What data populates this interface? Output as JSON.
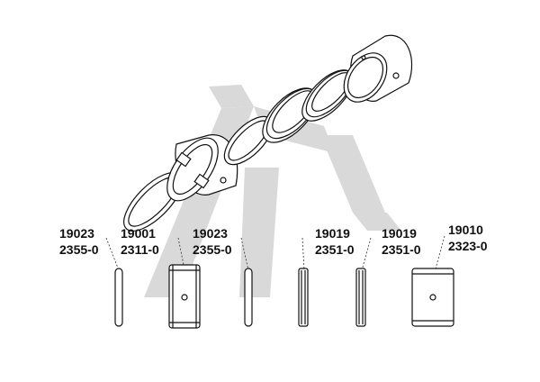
{
  "parts": [
    {
      "number": "19023",
      "code": "2355-0"
    },
    {
      "number": "19001",
      "code": "2311-0"
    },
    {
      "number": "19023",
      "code": "2355-0"
    },
    {
      "number": "19019",
      "code": "2351-0"
    },
    {
      "number": "19019",
      "code": "2351-0"
    },
    {
      "number": "19010",
      "code": "2323-0"
    }
  ]
}
